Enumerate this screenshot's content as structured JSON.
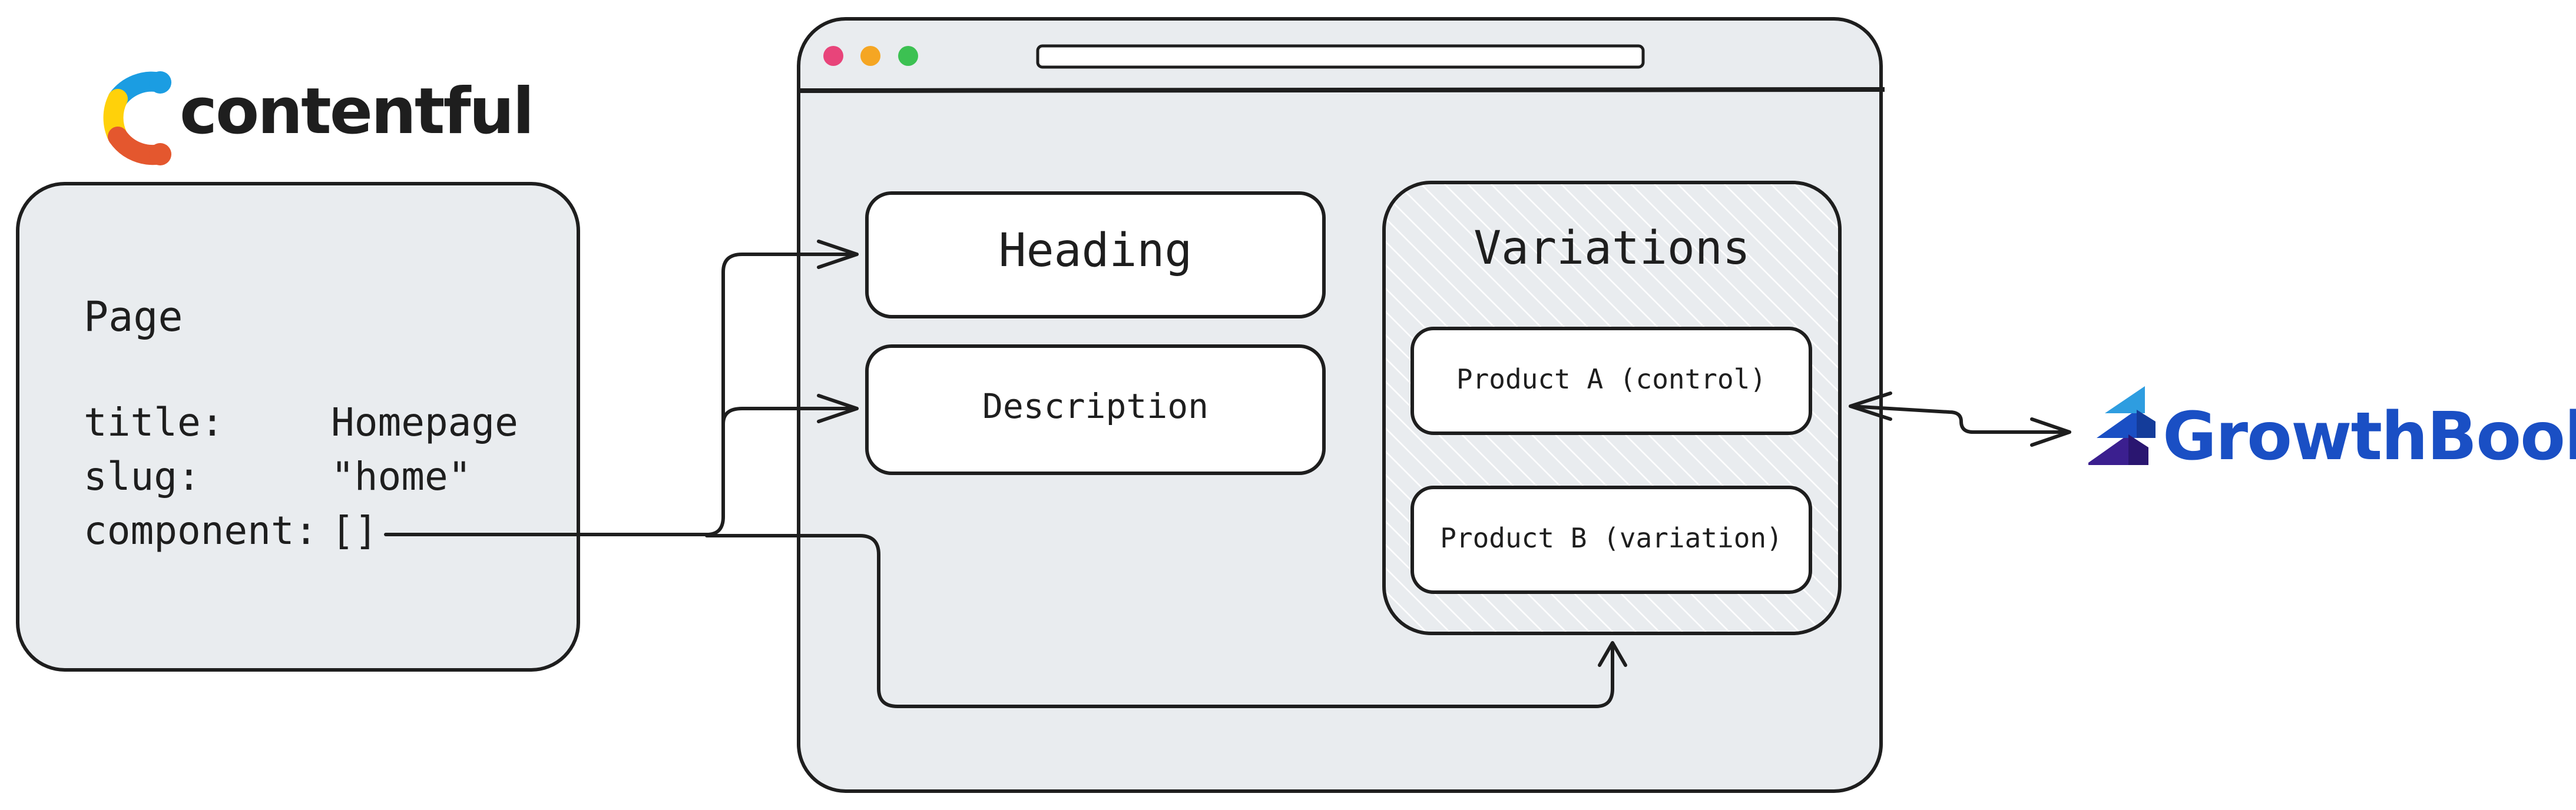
{
  "contentful": {
    "wordmark": "contentful"
  },
  "page_card": {
    "title": "Page",
    "fields": [
      {
        "key": "title:",
        "value": "Homepage"
      },
      {
        "key": "slug:",
        "value": "\"home\""
      },
      {
        "key": "component:",
        "value": "[]"
      }
    ]
  },
  "browser": {
    "dots": [
      "#e8447a",
      "#f5a623",
      "#3cc152"
    ],
    "panel_color": "#e9ecef"
  },
  "components": {
    "heading": "Heading",
    "description": "Description"
  },
  "variations": {
    "title": "Variations",
    "items": [
      "Product A (control)",
      "Product B (variation)"
    ]
  },
  "growthbook": {
    "wordmark": "GrowthBook",
    "color": "#1a4fc4"
  },
  "colors": {
    "contentful_yellow": "#ffd10a",
    "contentful_blue": "#1b9de2",
    "contentful_red": "#e4572e",
    "growthbook_dark": "#3b1f8f",
    "growthbook_light": "#2e9de0"
  }
}
